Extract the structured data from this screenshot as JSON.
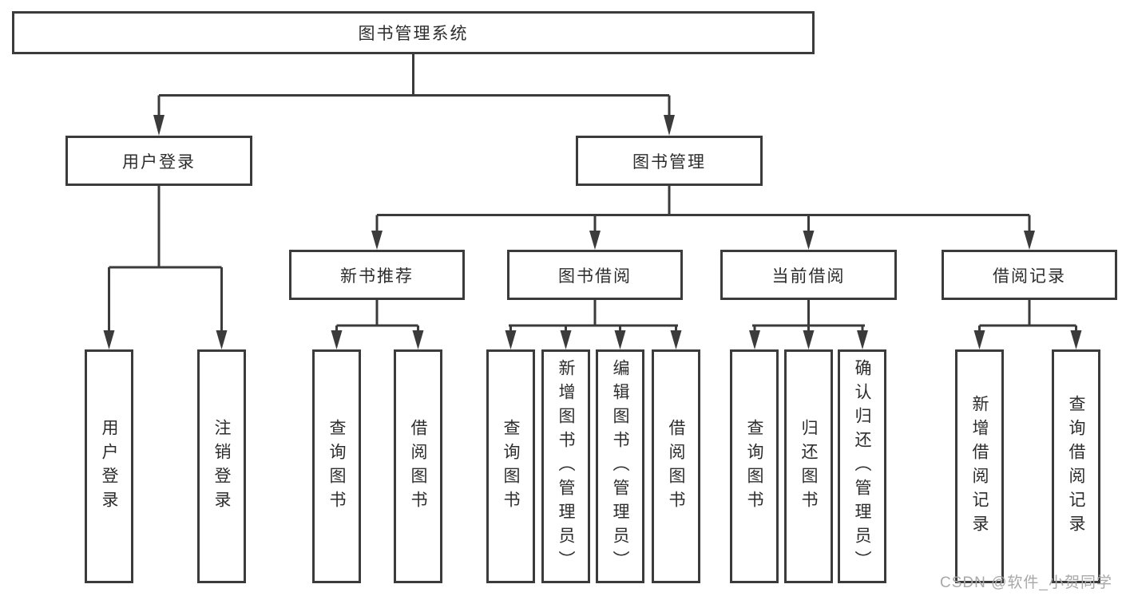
{
  "colors": {
    "background": "#ffffff",
    "line": "#3b3b3b",
    "box_border": "#3b3b3b",
    "text": "#2d2d2d",
    "watermark": "#a8a8a8"
  },
  "diagram_type": "hierarchy-tree",
  "nodes": {
    "root": "图书管理系统",
    "user_login": "用户登录",
    "book_management": "图书管理",
    "new_book_recommend": "新书推荐",
    "book_borrow": "图书借阅",
    "current_borrow": "当前借阅",
    "borrow_records": "借阅记录",
    "leaf_user_login": "用户登录",
    "leaf_logout": "注销登录",
    "leaf_query_books_a": "查询图书",
    "leaf_borrow_books_a": "借阅图书",
    "leaf_query_books_b": "查询图书",
    "leaf_add_books_admin": "新增图书（管理员）",
    "leaf_edit_books_admin": "编辑图书（管理员）",
    "leaf_borrow_books_b": "借阅图书",
    "leaf_query_books_c": "查询图书",
    "leaf_return_books": "归还图书",
    "leaf_confirm_return_admin": "确认归还（管理员）",
    "leaf_add_borrow_record": "新增借阅记录",
    "leaf_query_borrow_record": "查询借阅记录"
  },
  "hierarchy": {
    "图书管理系统": {
      "用户登录": [
        "用户登录",
        "注销登录"
      ],
      "图书管理": {
        "新书推荐": [
          "查询图书",
          "借阅图书"
        ],
        "图书借阅": [
          "查询图书",
          "新增图书（管理员）",
          "编辑图书（管理员）",
          "借阅图书"
        ],
        "当前借阅": [
          "查询图书",
          "归还图书",
          "确认归还（管理员）"
        ],
        "借阅记录": [
          "新增借阅记录",
          "查询借阅记录"
        ]
      }
    }
  },
  "watermark": {
    "text": "CSDN @软件_小贺同学"
  }
}
